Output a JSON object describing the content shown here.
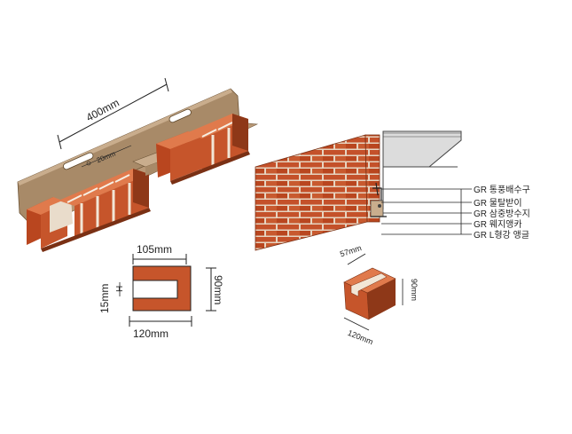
{
  "colors": {
    "brick": "#c6552b",
    "brick_light": "#e07a4c",
    "brick_dark": "#8e3818",
    "mortar": "#e9dccb",
    "steel": "#a88a68",
    "steel_light": "#c9ad8d",
    "wall_grey": "#dcdcdc",
    "line": "#222222"
  },
  "assembly": {
    "length_label": "400mm",
    "slot_label": "20mm"
  },
  "profile": {
    "top_width": "105mm",
    "bottom_width": "120mm",
    "height": "90mm",
    "slot_height": "15mm",
    "slot_marker": "H"
  },
  "section": {
    "callouts": [
      "GR 통풍배수구",
      "GR 물탈받이",
      "GR 삼중방수지",
      "GR 웨지앵카",
      "GR L형강 앵글"
    ]
  },
  "block": {
    "depth": "57mm",
    "height": "90mm",
    "length": "120mm"
  }
}
